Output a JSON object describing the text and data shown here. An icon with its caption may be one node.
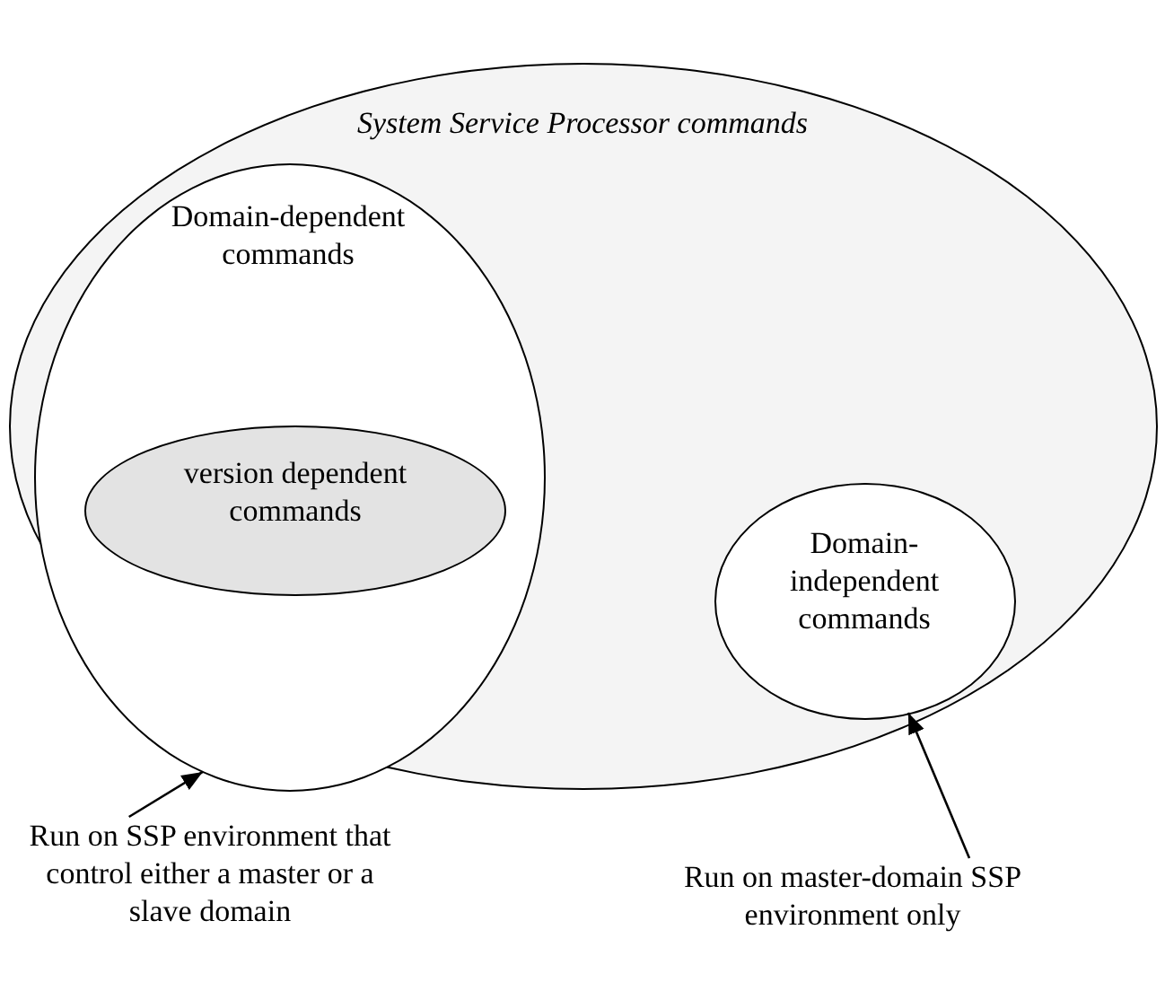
{
  "diagram": {
    "nodes": [
      {
        "text": [
          "System Service Processor commands"
        ]
      },
      {
        "text": [
          "Domain-dependent commands"
        ],
        "in": 0
      },
      {
        "text": [
          "version dependent commands"
        ],
        "in": 1
      },
      {
        "text": [
          "Domain-independent commands"
        ],
        "in": 0
      },
      {
        "text": [
          "Run on SSP environment that control either a master or a slave domain"
        ]
      },
      {
        "text": [
          "Run on master-domain SSP environment only"
        ]
      }
    ],
    "edges": [
      {
        "from": 4,
        "to": 1,
        "arrow": "to"
      },
      {
        "from": 5,
        "to": 3,
        "arrow": "to"
      }
    ]
  }
}
